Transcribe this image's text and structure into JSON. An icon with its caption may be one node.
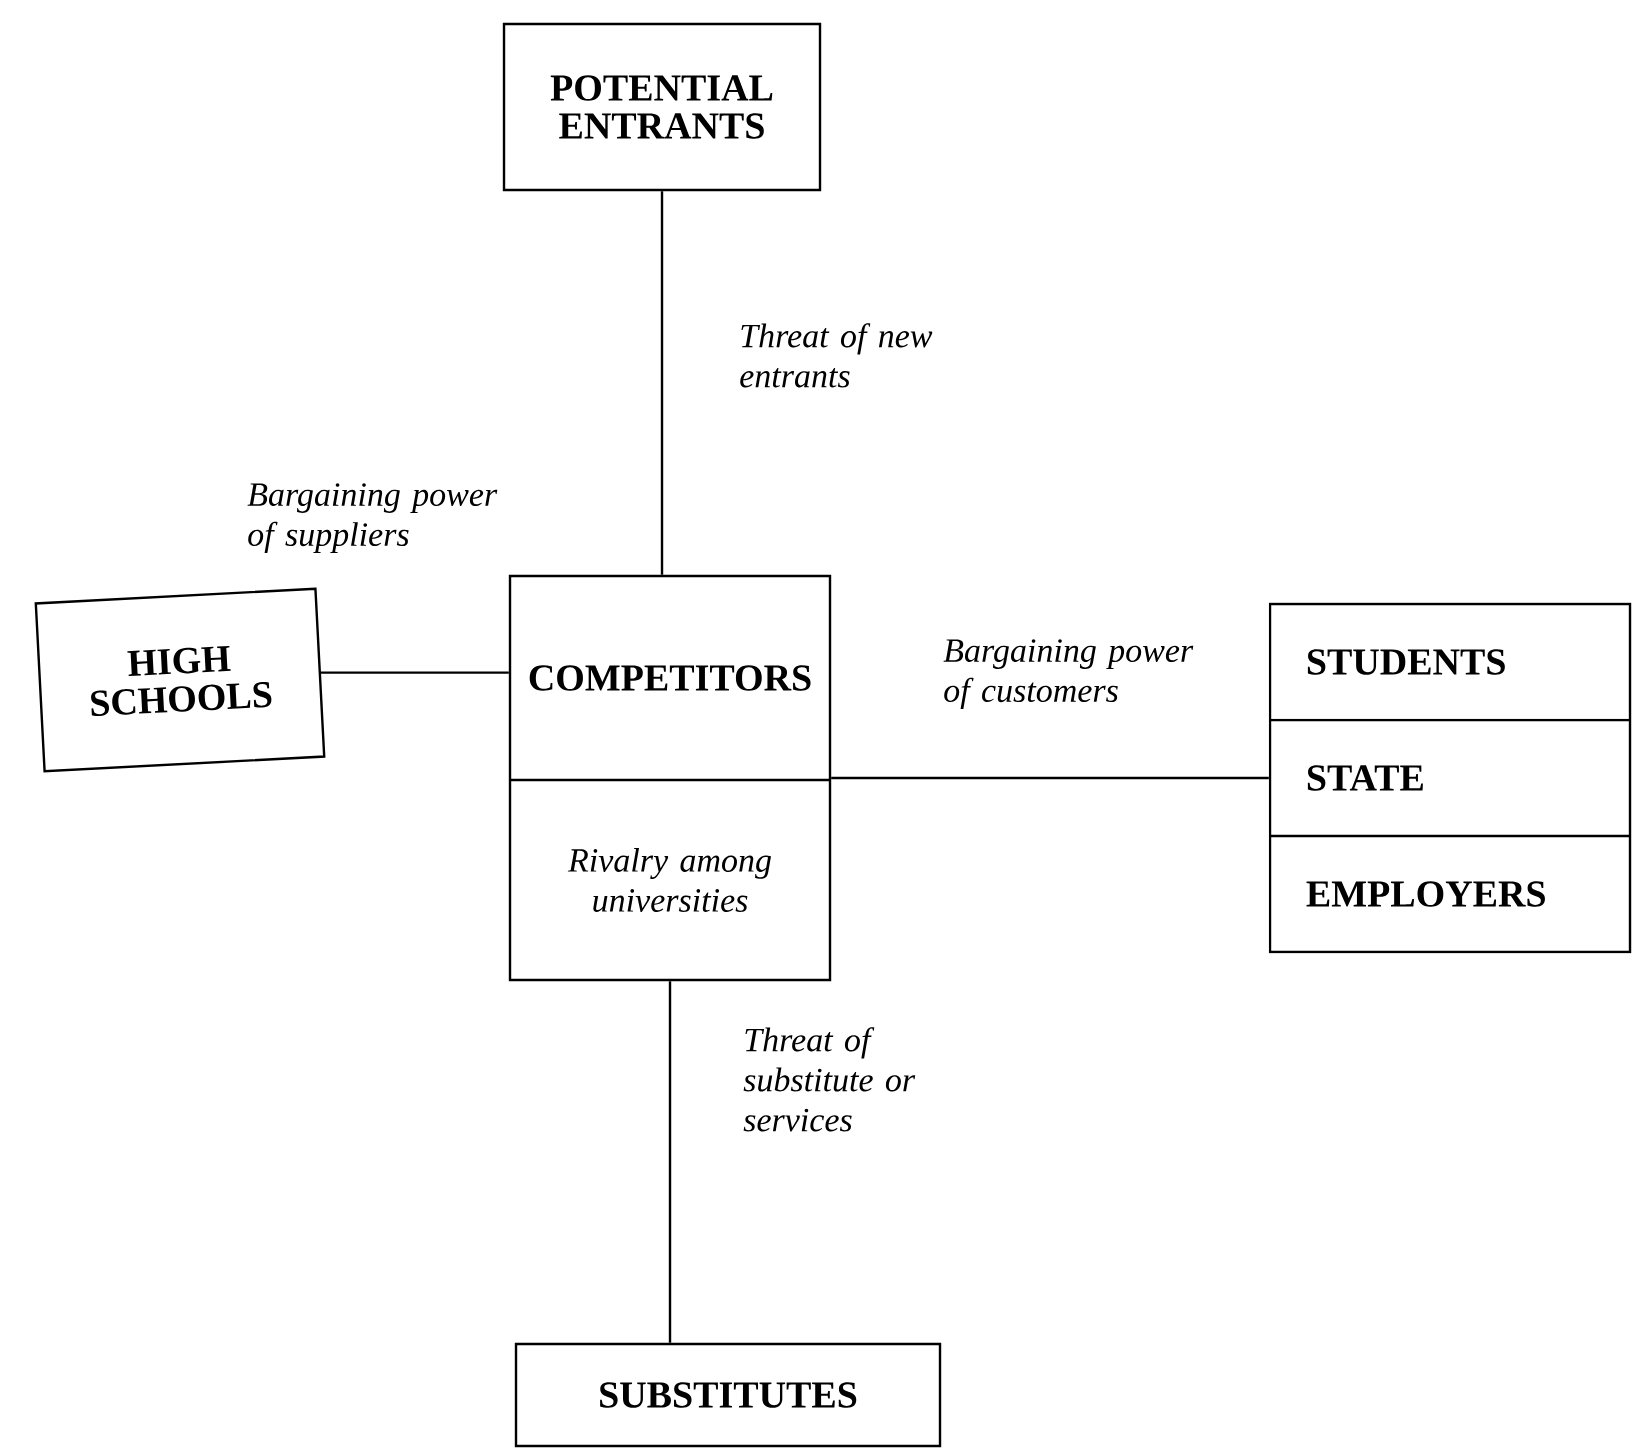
{
  "diagram": {
    "nodes": [
      {
        "text": [
          "POTENTIAL ENTRANTS"
        ]
      },
      {
        "text": [
          "HIGH SCHOOLS"
        ]
      },
      {
        "text": [
          "COMPETITORS",
          "Rivalry among universities"
        ]
      },
      {
        "text": [
          "STUDENTS",
          "STATE",
          "EMPLOYERS"
        ]
      },
      {
        "text": [
          "SUBSTITUTES"
        ]
      }
    ],
    "edges": [
      {
        "from": 0,
        "to": 2,
        "arrow": "none",
        "label": "Threat of new entrants"
      },
      {
        "from": 1,
        "to": 2,
        "arrow": "none",
        "label": "Bargaining power of suppliers"
      },
      {
        "from": 2,
        "to": 3,
        "arrow": "none",
        "label": "Bargaining power of customers"
      },
      {
        "from": 2,
        "to": 4,
        "arrow": "none",
        "label": "Threat of substitute or services"
      }
    ]
  }
}
